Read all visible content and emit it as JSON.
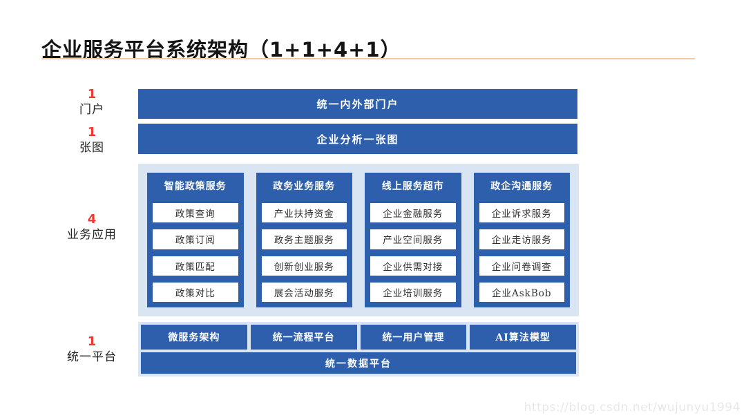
{
  "title": "企业服务平台系统架构（1+1+4+1）",
  "colors": {
    "primary_blue": "#2e5fad",
    "panel_light_blue": "#d9e5f3",
    "title_underline": "#f6c69c",
    "side_number_red": "#f23730",
    "watermark_gray": "#e8e8e8"
  },
  "side_labels": [
    {
      "num": "1",
      "label": "门户"
    },
    {
      "num": "1",
      "label": "张图"
    },
    {
      "num": "4",
      "label": "业务应用"
    },
    {
      "num": "1",
      "label": "统一平台"
    }
  ],
  "bars": {
    "portal": "统一内外部门户",
    "analysis_map": "企业分析一张图",
    "data_platform": "统一数据平台"
  },
  "app_columns": [
    {
      "header": "智能政策服务",
      "items": [
        "政策查询",
        "政策订阅",
        "政策匹配",
        "政策对比"
      ]
    },
    {
      "header": "政务业务服务",
      "items": [
        "产业扶持资金",
        "政务主题服务",
        "创新创业服务",
        "展会活动服务"
      ]
    },
    {
      "header": "线上服务超市",
      "items": [
        "企业金融服务",
        "产业空间服务",
        "企业供需对接",
        "企业培训服务"
      ]
    },
    {
      "header": "政企沟通服务",
      "items": [
        "企业诉求服务",
        "企业走访服务",
        "企业问卷调查",
        "企业AskBob"
      ]
    }
  ],
  "platform_boxes": [
    "微服务架构",
    "统一流程平台",
    "统一用户管理",
    "AI算法模型"
  ],
  "watermark": "https://blog.csdn.net/wujunyu1994"
}
